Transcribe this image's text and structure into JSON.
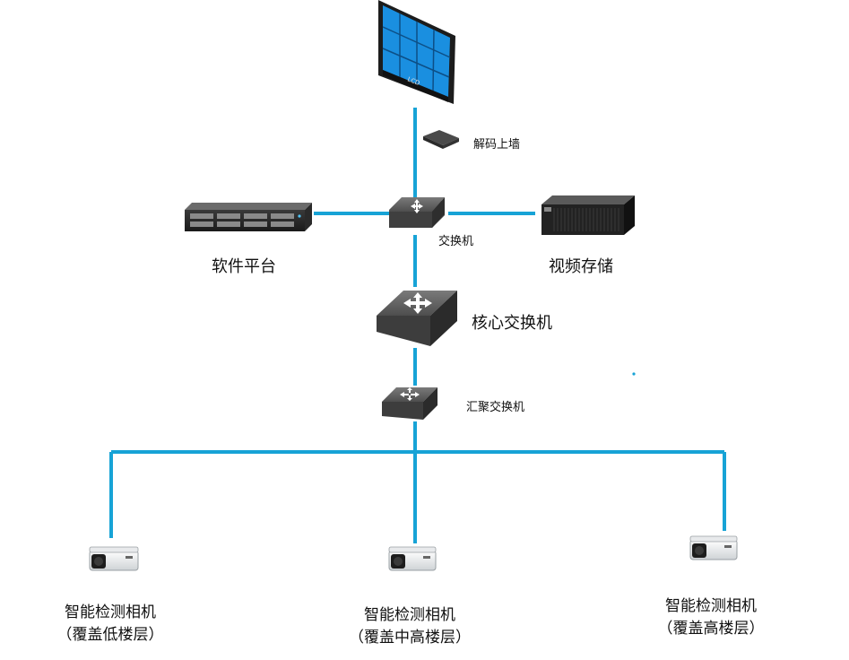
{
  "colors": {
    "link": "#17a3d6",
    "switch": "#5c5c5c",
    "lcd_screen": "#1a8fe0"
  },
  "lcd": {
    "brand": "LCD"
  },
  "labels": {
    "decoder": "解码上墙",
    "access_switch": "交换机",
    "software_platform": "软件平台",
    "video_storage": "视频存储",
    "core_switch": "核心交换机",
    "aggregation_switch": "汇聚交换机"
  },
  "cameras": [
    {
      "line1": "智能检测相机",
      "line2": "（覆盖低楼层）"
    },
    {
      "line1": "智能检测相机",
      "line2": "（覆盖中高楼层）"
    },
    {
      "line1": "智能检测相机",
      "line2": "（覆盖高楼层）"
    }
  ]
}
